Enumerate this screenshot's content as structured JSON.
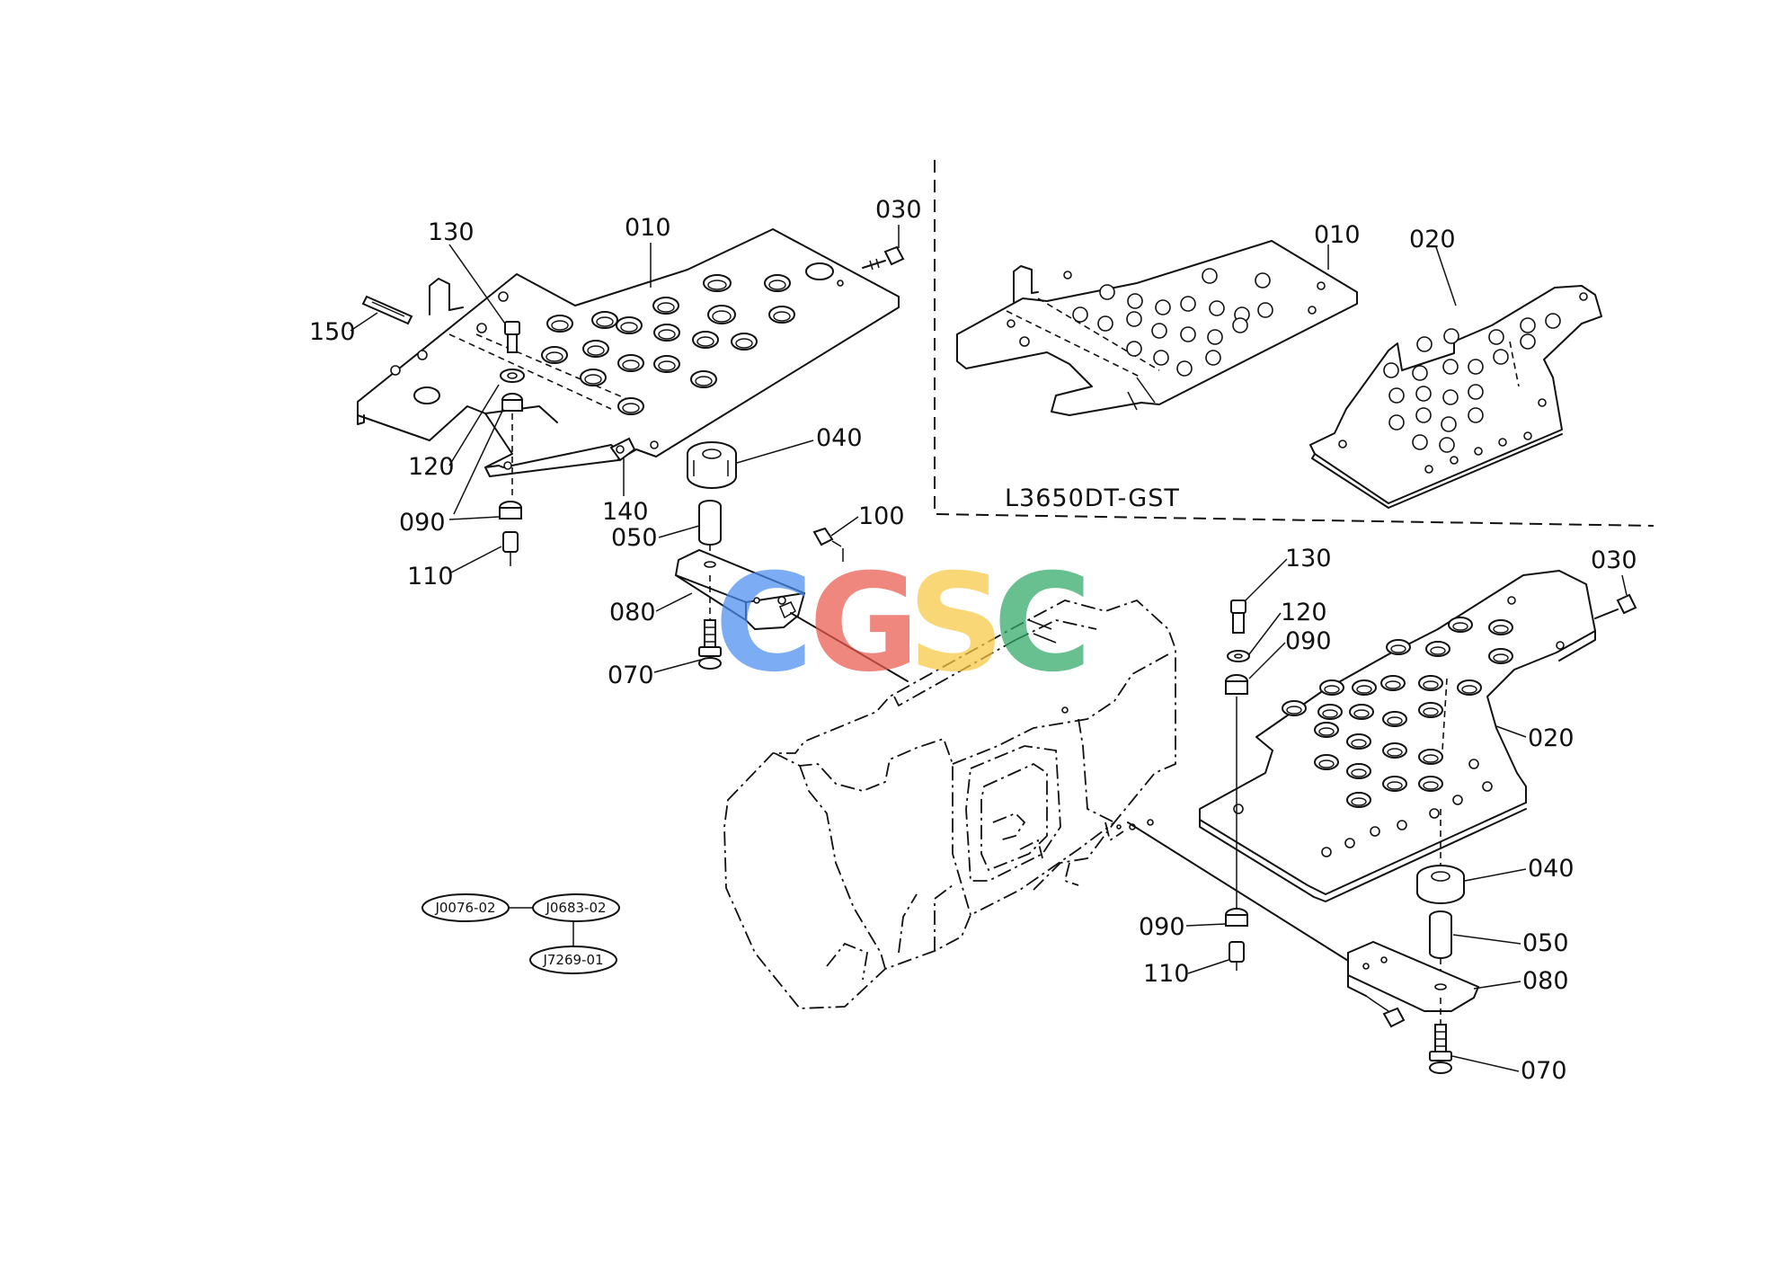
{
  "watermark": {
    "letters": [
      "C",
      "G",
      "S",
      "C"
    ],
    "colors": [
      "#4a8df0",
      "#ea5a4f",
      "#f7c842",
      "#2fa866"
    ]
  },
  "inset": {
    "model_label": "L3650DT-GST"
  },
  "callouts": {
    "upper": {
      "p010": "010",
      "p030": "030",
      "p040": "040",
      "p050": "050",
      "p070": "070",
      "p080": "080",
      "p090": "090",
      "p100": "100",
      "p110": "110",
      "p120": "120",
      "p130": "130",
      "p140": "140",
      "p150": "150"
    },
    "inset": {
      "p010": "010",
      "p020": "020"
    },
    "lower": {
      "p020": "020",
      "p030": "030",
      "p040": "040",
      "p050": "050",
      "p070": "070",
      "p080": "080",
      "p090a": "090",
      "p090b": "090",
      "p110": "110",
      "p120": "120",
      "p130": "130"
    }
  },
  "references": {
    "ref1": "J0076-02",
    "ref2": "J0683-02",
    "ref3": "J7269-01"
  }
}
